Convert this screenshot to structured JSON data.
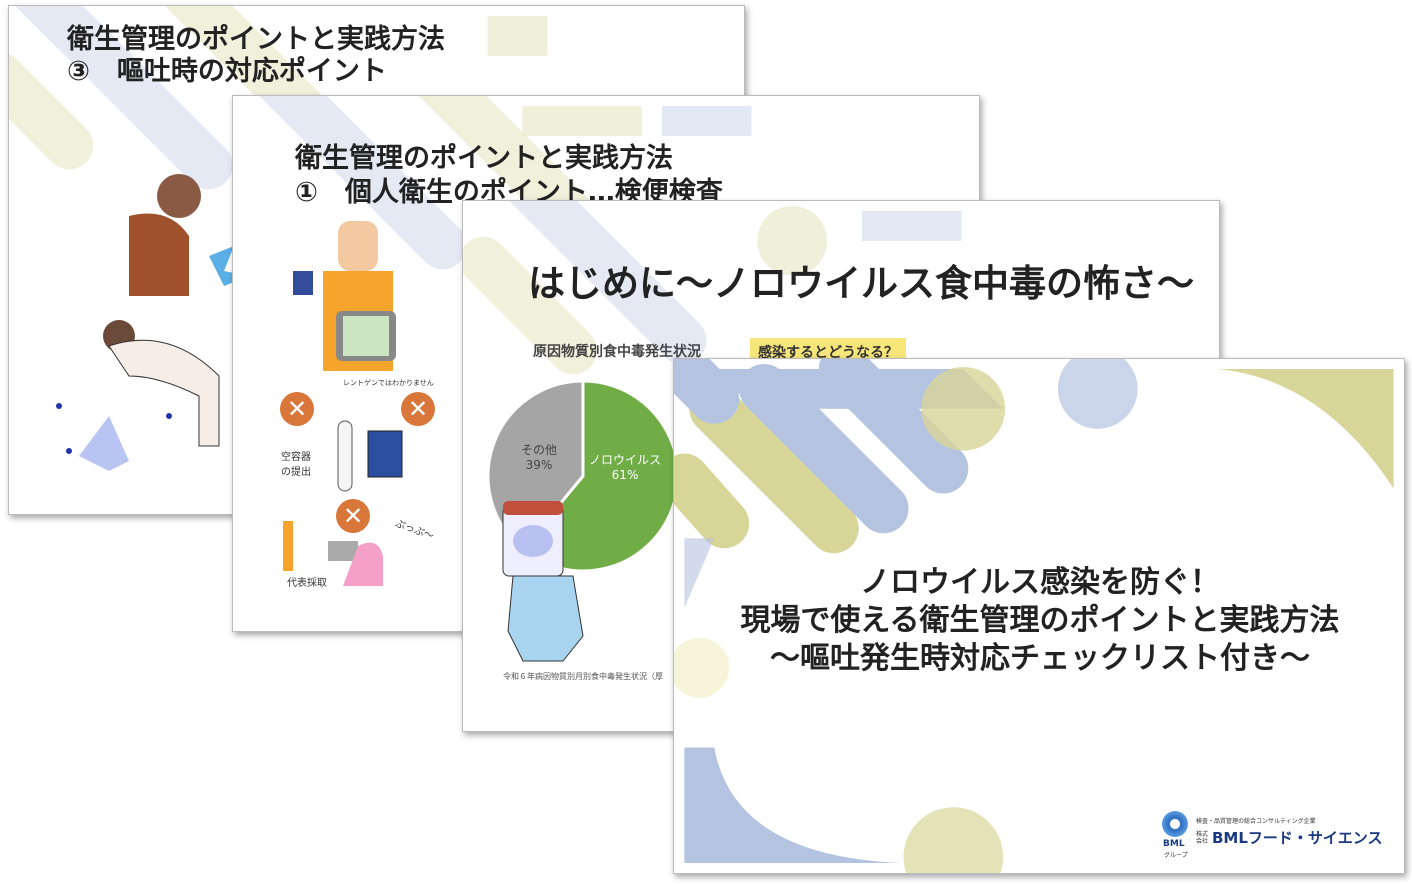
{
  "slides": [
    {
      "title_line1": "衛生管理のポイントと実践方法",
      "title_line2": "③　嘔吐時の対応ポイント"
    },
    {
      "title_line1": "衛生管理のポイントと実践方法",
      "title_line2": "①　個人衛生のポイント…検便検査",
      "labels": {
        "xray": "レントゲンではわかりません",
        "empty": "空容器の提出",
        "rep": "代表採取",
        "sound": "ぷっぷ〜"
      }
    },
    {
      "title": "はじめに～ノロウイルス食中毒の怖さ～",
      "chart_title": "原因物質別食中毒発生状況",
      "callout": "感染するとどうなる？",
      "source": "令和６年病因物質別月別食中毒発生状況（厚"
    },
    {
      "title_line1": "ノロウイルス感染を防ぐ！",
      "title_line2": "現場で使える衛生管理のポイントと実践方法",
      "title_line3": "～嘔吐発生時対応チェックリスト付き～",
      "logo": {
        "tagline": "検査・品質管理の総合コンサルティング企業",
        "prefix": "株式会社",
        "company": "BMLフード・サイエンス",
        "mark": "BML",
        "group": "グループ"
      }
    }
  ],
  "chart_data": {
    "type": "pie",
    "title": "原因物質別食中毒発生状況",
    "slices": [
      {
        "label": "ノロウイルス",
        "value": 61,
        "display": "61%",
        "color": "#70ad47"
      },
      {
        "label": "その他",
        "value": 39,
        "display": "39%",
        "color": "#a5a5a5"
      }
    ]
  },
  "colors": {
    "blue": "#b4c3e0",
    "olive": "#d8d598",
    "badge": "#d9773a"
  }
}
